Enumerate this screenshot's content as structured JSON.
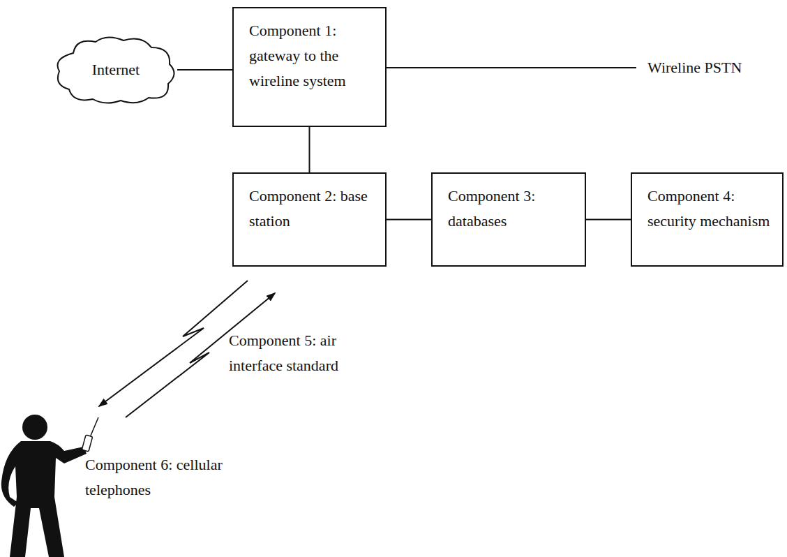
{
  "diagram": {
    "nodes": [
      {
        "text": [
          "Internet"
        ]
      },
      {
        "text": [
          "Component 1: gateway to the wireline system"
        ]
      },
      {
        "text": [
          "Component 2: base station"
        ]
      },
      {
        "text": [
          "Component 3: databases"
        ]
      },
      {
        "text": [
          "Component 4: security mechanism"
        ]
      }
    ],
    "edges": [
      {
        "from": 0,
        "to": 1,
        "arrow": "none"
      },
      {
        "from": 1,
        "to": 2,
        "arrow": "none"
      },
      {
        "from": 2,
        "to": 3,
        "arrow": "none"
      },
      {
        "from": 3,
        "to": 4,
        "arrow": "none"
      }
    ],
    "labels": [
      "Wireline PSTN",
      "Component 5: air interface standard",
      "Component 6: cellular telephones"
    ]
  }
}
